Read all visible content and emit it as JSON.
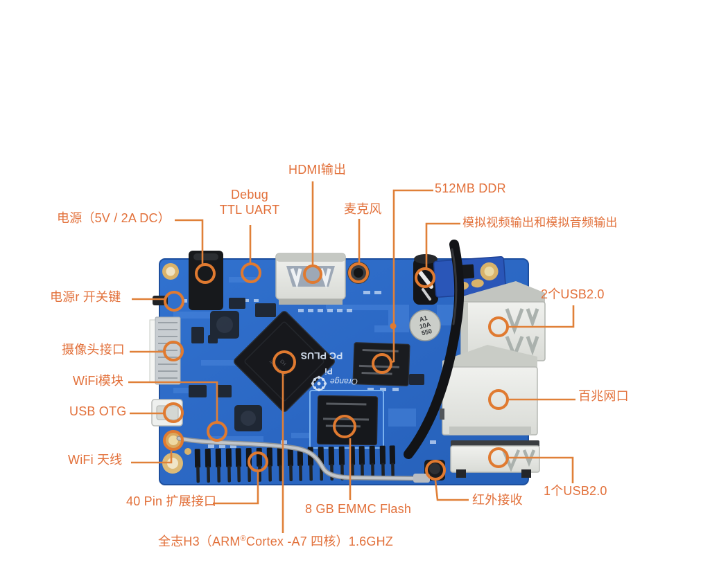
{
  "colors": {
    "background": "#ffffff",
    "pcb_blue": "#2b6ac6",
    "pcb_edge": "#1d4f9e",
    "callout_line": "#e08038",
    "callout_ring": "#e07a30",
    "label_text": "#e2703a",
    "chip_black": "#17181c",
    "connector_silver": "#e6e7e3"
  },
  "callouts": {
    "power": "电源（5V / 2A DC）",
    "power_switch": "电源r 开关键",
    "camera": "摄像头接口",
    "wifi_module": "WiFi模块",
    "usb_otg": "USB OTG",
    "wifi_antenna": "WiFi 天线",
    "gpio": "40 Pin 扩展接口",
    "soc_prefix": "全志H3（ARM",
    "soc_sup": "®",
    "soc_suffix": "Cortex -A7 四核）1.6GHZ",
    "emmc": "8 GB EMMC Flash",
    "ir": "红外接收",
    "usb_single": "1个USB2.0",
    "ethernet": "百兆网口",
    "usb_dual": "2个USB2.0",
    "av_out": "模拟视频输出和模拟音频输出",
    "ddr": "512MB DDR",
    "mic": "麦克风",
    "hdmi": "HDMI输出",
    "debug_line1": "Debug",
    "debug_line2": "TTL UART"
  },
  "board_silkscreen": {
    "brand": "Orange",
    "pi": "Pi",
    "model": "PC PLUS",
    "capacitor": [
      "A1",
      "10A",
      "550"
    ]
  }
}
